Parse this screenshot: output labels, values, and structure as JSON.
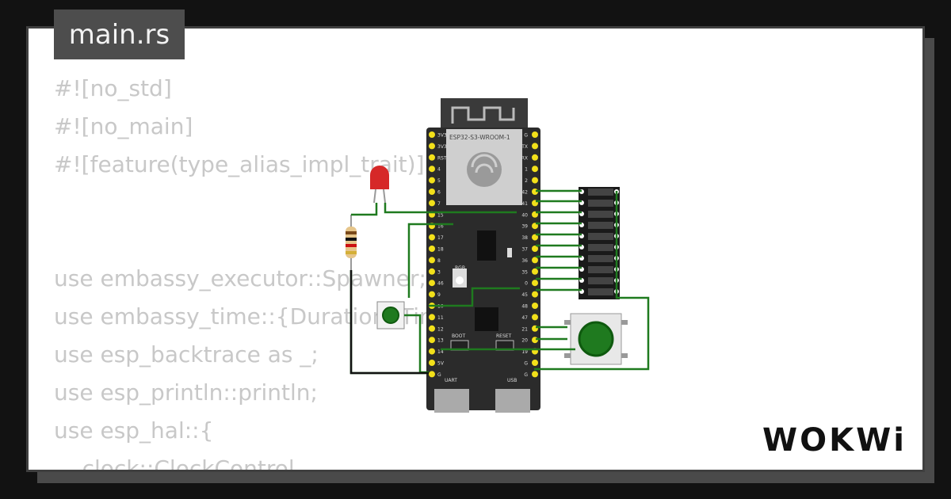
{
  "tab": {
    "label": "main.rs"
  },
  "code_lines": [
    "#![no_std]",
    "#![no_main]",
    "#![feature(type_alias_impl_trait)]",
    "",
    "",
    "use embassy_executor::Spawner;",
    "use embassy_time::{Duration, Timer};",
    "use esp_backtrace as _;",
    "use esp_println::println;",
    "use esp_hal::{",
    "    clock::ClockControl,"
  ],
  "board": {
    "module_label": "ESP32-S3-WROOM-1",
    "left_pins": [
      "3V3",
      "3V3",
      "RST",
      "4",
      "5",
      "6",
      "7",
      "15",
      "16",
      "17",
      "18",
      "8",
      "3",
      "46",
      "9",
      "10",
      "11",
      "12",
      "13",
      "14",
      "5V",
      "G"
    ],
    "right_pins": [
      "G",
      "TX",
      "RX",
      "1",
      "2",
      "42",
      "41",
      "40",
      "39",
      "38",
      "37",
      "36",
      "35",
      "0",
      "45",
      "48",
      "47",
      "21",
      "20",
      "19",
      "G",
      "G"
    ],
    "led_label": "RGB",
    "boot_label": "BOOT",
    "reset_label": "RESET",
    "uart_label": "UART",
    "usb_label": "USB"
  },
  "logo": {
    "text": "WOKWi"
  },
  "colors": {
    "wire": "#1f7a1f",
    "board": "#2b2b2b",
    "pin": "#f2e01a",
    "button": "#1f7a1f",
    "led": "#d62828"
  }
}
